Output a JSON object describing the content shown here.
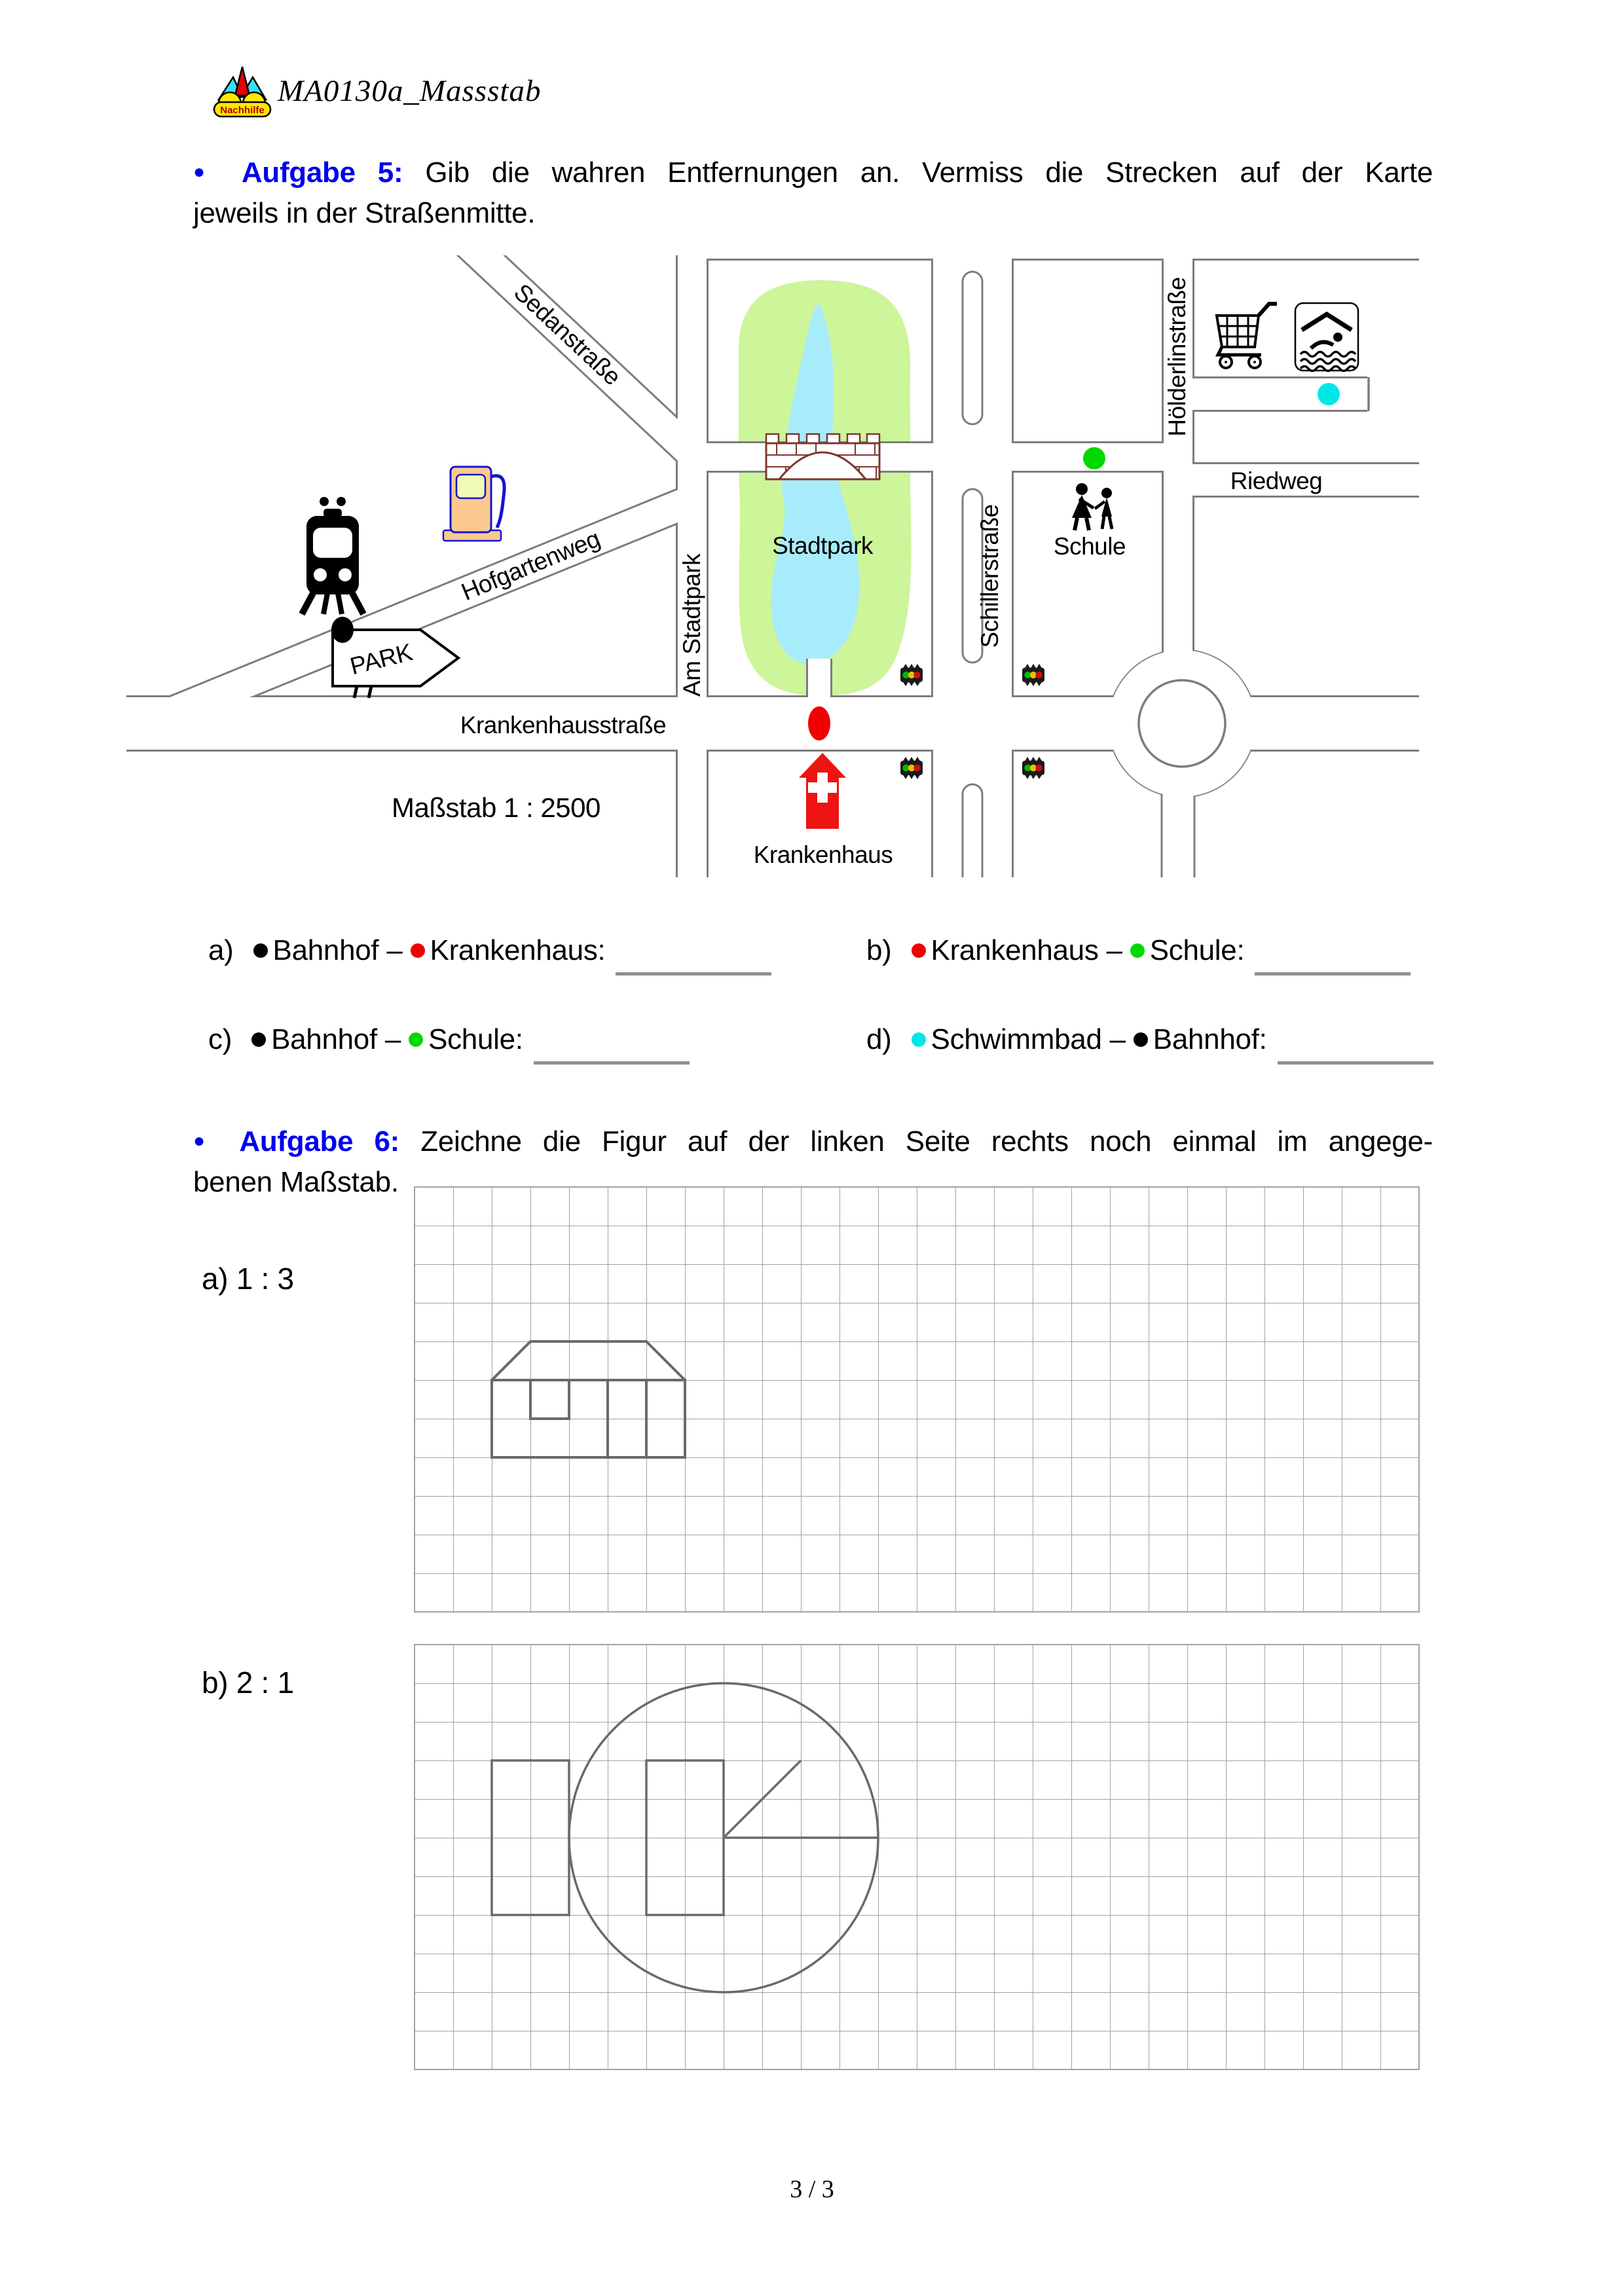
{
  "page": {
    "footer_page_number": "3 / 3"
  },
  "header": {
    "logo_text": "Nachhilfe",
    "title": "MA0130a_Massstab"
  },
  "ui": {
    "bullet": "●",
    "dash": "–"
  },
  "task5": {
    "label": "Aufgabe 5:",
    "line1": "Gib die wahren Entfernungen an. Vermiss die Strecken auf der Karte",
    "line2": "jeweils in der Straßenmitte."
  },
  "map": {
    "scale_label": "Maßstab 1 : 2500",
    "streets": {
      "sedanstrasse": "Sedanstraße",
      "hofgartenweg": "Hofgartenweg",
      "am_stadtpark": "Am Stadtpark",
      "schillerstrasse": "Schillerstraße",
      "hoelderlinstrasse": "Hölderlinstraße",
      "riedweg": "Riedweg",
      "krankenhausstrasse": "Krankenhausstraße"
    },
    "places": {
      "stadtpark": "Stadtpark",
      "schule": "Schule",
      "krankenhaus": "Krankenhaus",
      "park_sign": "PARK"
    },
    "icons": [
      "train-icon",
      "fuel-station-icon",
      "shopping-cart-icon",
      "swimming-pool-icon",
      "school-children-icon",
      "hospital-icon",
      "traffic-light-icon",
      "bridge",
      "roundabout"
    ],
    "colors": {
      "park_green": "#cdf59a",
      "pond_blue": "#a8ecfb",
      "road_line": "#7d7d7d",
      "hospital_red": "#ee1414",
      "bridge_brown": "#7a382e",
      "dot_black": "#000000",
      "dot_red": "#f00000",
      "dot_green": "#00d900",
      "dot_cyan": "#00e7e7"
    }
  },
  "questions": [
    {
      "prefix": "a)",
      "from": "Bahnhof",
      "to": "Krankenhaus:",
      "from_color": "#000000",
      "to_color": "#f00000"
    },
    {
      "prefix": "b)",
      "from": "Krankenhaus",
      "to": "Schule:",
      "from_color": "#f00000",
      "to_color": "#00d900"
    },
    {
      "prefix": "c)",
      "from": "Bahnhof",
      "to": "Schule:",
      "from_color": "#000000",
      "to_color": "#00d900"
    },
    {
      "prefix": "d)",
      "from": "Schwimmbad",
      "to": "Bahnhof:",
      "from_color": "#00e7e7",
      "to_color": "#000000"
    }
  ],
  "task6": {
    "label": "Aufgabe 6:",
    "line1": "Zeichne die Figur auf der linken Seite rechts noch einmal im angege-",
    "line2": "benen Maßstab."
  },
  "figures": {
    "a_label": "a) 1 : 3",
    "b_label": "b) 2 : 1"
  }
}
